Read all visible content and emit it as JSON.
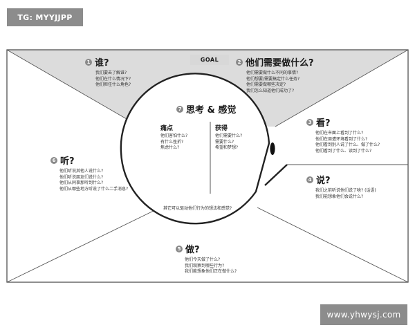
{
  "watermarks": {
    "top_left": "TG: MYYJJPP",
    "bottom_right": "www.yhwysj.com"
  },
  "goal": "GOAL",
  "who": {
    "num": "1",
    "title": "谁?",
    "items": [
      "我们要去了解谁?",
      "他们在什么情况下?",
      "他们担任什么角色?"
    ]
  },
  "do_what": {
    "num": "2",
    "title": "他们需要做什么?",
    "items": [
      "他们需要做什么不同的事情?",
      "他们想要/需要搞定什么任务?",
      "他们需要做哪些决定?",
      "我们怎么知道他们成功了?"
    ]
  },
  "see": {
    "num": "3",
    "title": "看?",
    "items": [
      "他们在市面上看到了什么?",
      "他们在周遭环境看到了什么?",
      "他们看到别人说了什么、做了什么?",
      "他们看到了什么、读到了什么?"
    ]
  },
  "say": {
    "num": "4",
    "title": "说?",
    "items": [
      "我们之前听说他们说了啥? (话语)",
      "我们能想象他们会说什么?"
    ]
  },
  "do": {
    "num": "5",
    "title": "做?",
    "items": [
      "他们今天做了什么?",
      "我们观察到哪些行为?",
      "我们能想象他们正在做什么?"
    ]
  },
  "hear": {
    "num": "6",
    "title": "听?",
    "items": [
      "他们听说其他人说什么?",
      "他们听说朋友们说什么?",
      "他们从同事那听到什么?",
      "他们从哪些地方听说了什么二手消息?"
    ]
  },
  "think": {
    "num": "7",
    "title": "思考 & 感觉",
    "pains": {
      "title": "痛点",
      "items": [
        "他们害怕什么?",
        "有什么挫折?",
        "焦虑什么?"
      ]
    },
    "gains": {
      "title": "获得",
      "items": [
        "他们需要什么?",
        "需要什么?",
        "希望和梦想?"
      ]
    },
    "note": "其它可以驱动他们行为的想法和感觉?"
  }
}
